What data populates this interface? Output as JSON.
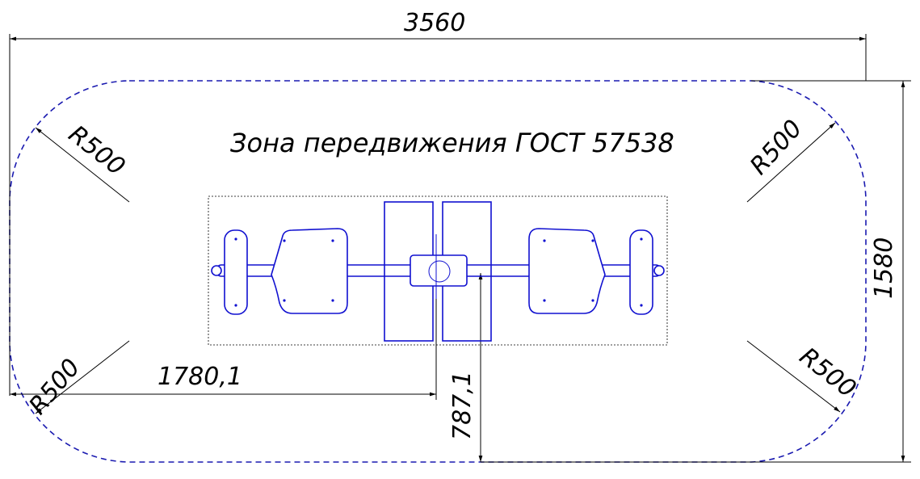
{
  "drawing": {
    "zone_label": "Зона передвижения ГОСТ 57538",
    "overall_width": "3560",
    "overall_height": "1580",
    "center_offset_x": "1780,1",
    "center_offset_y": "787,1",
    "radii": {
      "top_left": "R500",
      "top_right": "R500",
      "bottom_left": "R500",
      "bottom_right": "R500"
    },
    "colors": {
      "zone_outline": "#1a1ab0",
      "equipment": "#1010d0",
      "dimension": "#000000"
    }
  }
}
